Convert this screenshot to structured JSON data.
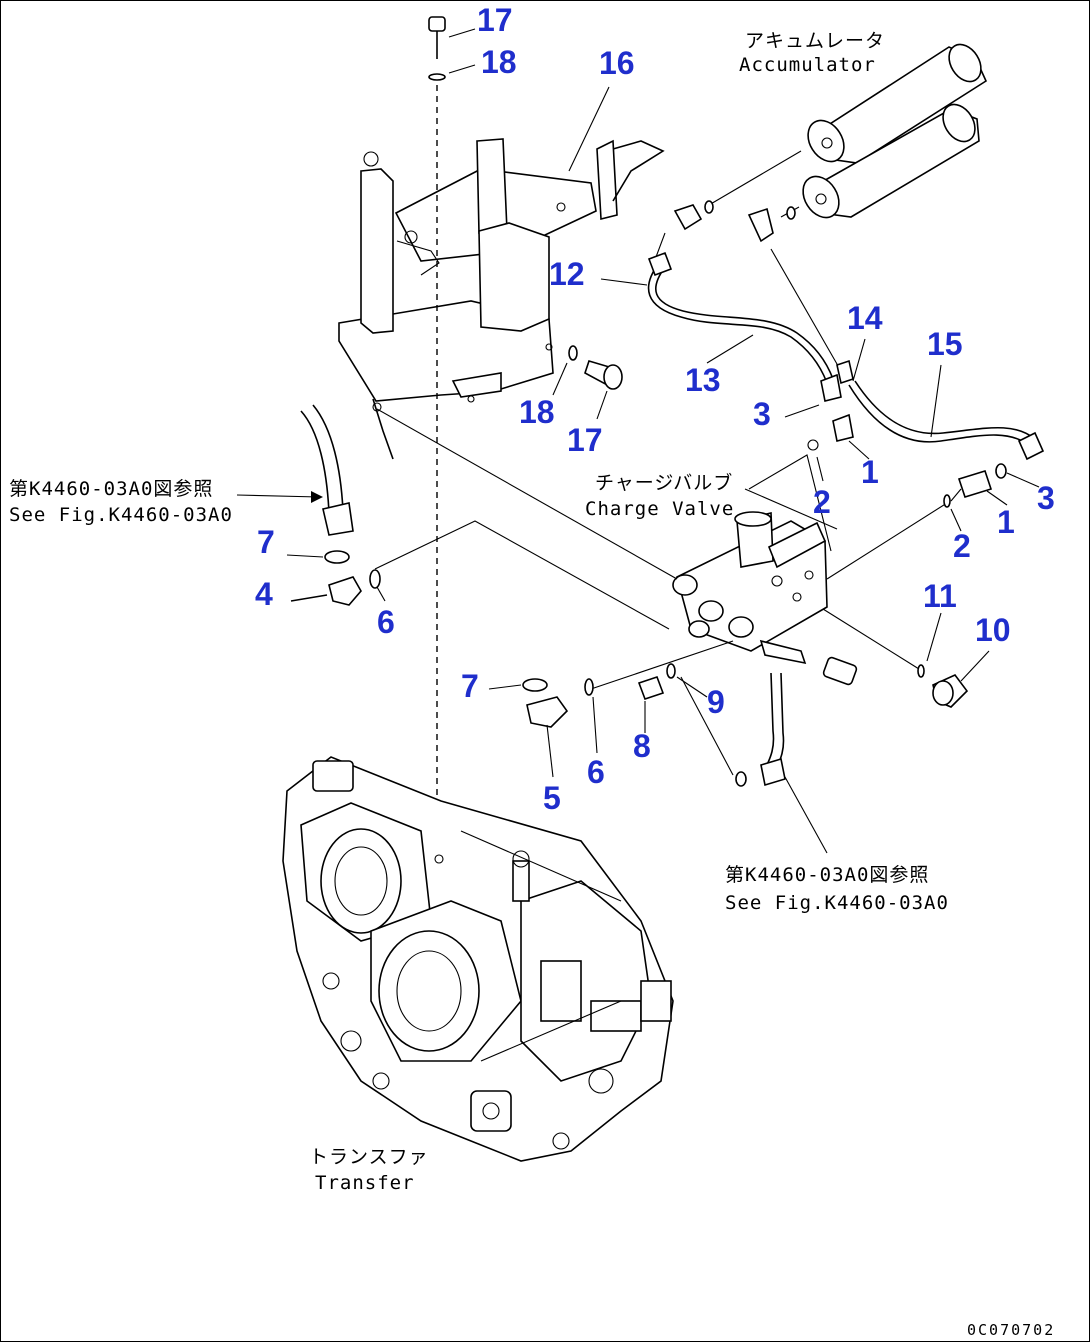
{
  "diagram": {
    "callouts": [
      {
        "id": "c17a",
        "label": "17"
      },
      {
        "id": "c18a",
        "label": "18"
      },
      {
        "id": "c16",
        "label": "16"
      },
      {
        "id": "c12",
        "label": "12"
      },
      {
        "id": "c14",
        "label": "14"
      },
      {
        "id": "c15",
        "label": "15"
      },
      {
        "id": "c13",
        "label": "13"
      },
      {
        "id": "c3a",
        "label": "3"
      },
      {
        "id": "c18b",
        "label": "18"
      },
      {
        "id": "c17b",
        "label": "17"
      },
      {
        "id": "c1a",
        "label": "1"
      },
      {
        "id": "c2a",
        "label": "2"
      },
      {
        "id": "c3b",
        "label": "3"
      },
      {
        "id": "c1b",
        "label": "1"
      },
      {
        "id": "c2b",
        "label": "2"
      },
      {
        "id": "c7a",
        "label": "7"
      },
      {
        "id": "c4",
        "label": "4"
      },
      {
        "id": "c6a",
        "label": "6"
      },
      {
        "id": "c11",
        "label": "11"
      },
      {
        "id": "c10",
        "label": "10"
      },
      {
        "id": "c7b",
        "label": "7"
      },
      {
        "id": "c9",
        "label": "9"
      },
      {
        "id": "c8",
        "label": "8"
      },
      {
        "id": "c6b",
        "label": "6"
      },
      {
        "id": "c5",
        "label": "5"
      }
    ],
    "notes": {
      "accumulator_jp": "アキュムレータ",
      "accumulator_en": "Accumulator",
      "charge_valve_jp": "チャージバルブ",
      "charge_valve_en": "Charge Valve",
      "transfer_jp": "トランスファ",
      "transfer_en": "Transfer",
      "ref_left_jp": "第K4460-03A0図参照",
      "ref_left_en": "See Fig.K4460-03A0",
      "ref_right_jp": "第K4460-03A0図参照",
      "ref_right_en": "See Fig.K4460-03A0"
    },
    "drawing_code": "0C070702"
  },
  "colors": {
    "callout": "#1f2ecc",
    "line": "#000000",
    "background": "#ffffff"
  }
}
